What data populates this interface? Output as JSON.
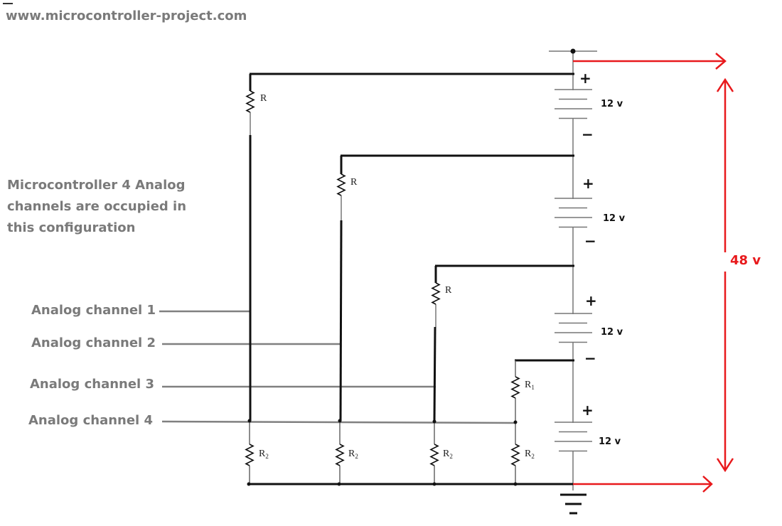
{
  "watermark": "www.microcontroller-project.com",
  "note": [
    "Microcontroller 4 Analog",
    "channels are occupied in",
    "this configuration"
  ],
  "channels": [
    "Analog channel 1",
    "Analog channel 2",
    "Analog channel 3",
    "Analog channel 4"
  ],
  "resistor_labels": {
    "r": "R",
    "r1": "R",
    "r1_sub": "1",
    "r2": "R",
    "r2_sub": "2"
  },
  "batteries": [
    "12 v",
    "12 v",
    "12 v",
    "12 v"
  ],
  "plus": "+",
  "minus": "−",
  "total_voltage": "48 v",
  "colors": {
    "wire": "#111111",
    "gray_wire": "#808080",
    "accent": "#e8191c"
  }
}
